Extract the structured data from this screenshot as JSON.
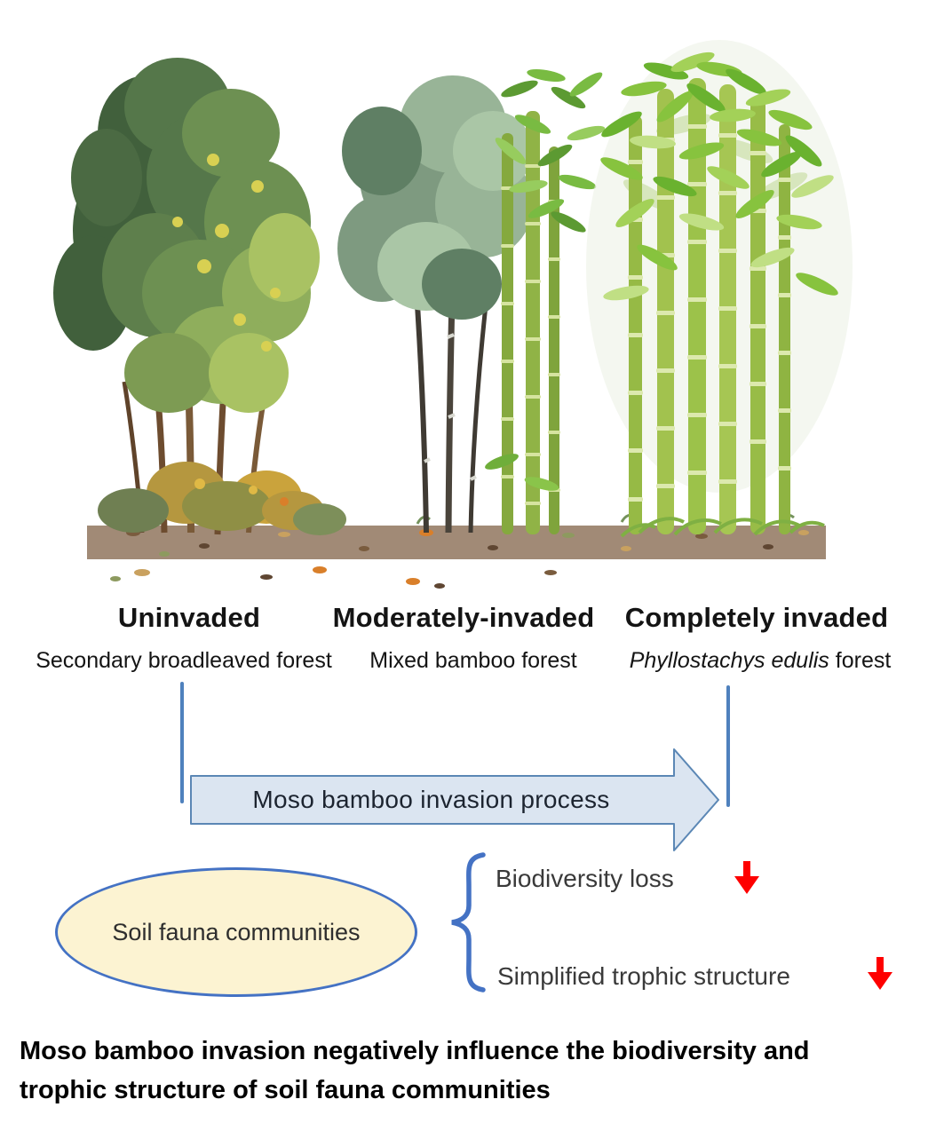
{
  "stages": [
    {
      "title": "Uninvaded",
      "subtitle": "Secondary broadleaved forest"
    },
    {
      "title": "Moderately-invaded",
      "subtitle": "Mixed bamboo forest"
    },
    {
      "title": "Completely invaded",
      "species": "Phyllostachys edulis",
      "subtitle_suffix": " forest"
    }
  ],
  "process_arrow": {
    "label": "Moso bamboo invasion process"
  },
  "soil_fauna": {
    "label": "Soil fauna communities"
  },
  "outcomes": [
    {
      "label": "Biodiversity loss"
    },
    {
      "label": "Simplified trophic structure"
    }
  ],
  "caption": "Moso bamboo invasion negatively influence the biodiversity and trophic structure of soil fauna communities",
  "icons": {
    "down_arrow_1": "red-down-arrow",
    "down_arrow_2": "red-down-arrow"
  },
  "colors": {
    "accent_blue": "#4472c4",
    "line_blue": "#4f81bd",
    "arrow_fill": "#dbe5f1",
    "arrow_stroke": "#5b87b5",
    "ellipse_fill": "#fcf3d2",
    "red": "#fe0000",
    "soil": "#a18a76"
  }
}
